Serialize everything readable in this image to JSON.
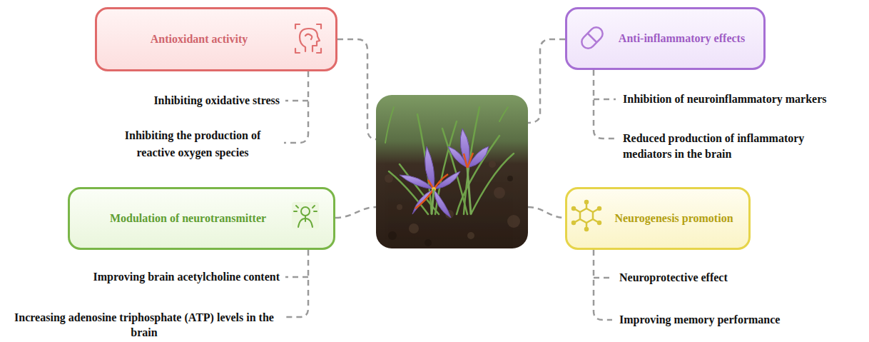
{
  "diagram": {
    "nodes": [
      {
        "text": [
          "Antioxidant activity"
        ]
      },
      {
        "text": [
          "Anti-inflammatory effects"
        ]
      },
      {
        "text": [
          "Modulation of neurotransmitter"
        ]
      },
      {
        "text": [
          "Neurogenesis promotion"
        ]
      }
    ],
    "edges": [],
    "labels": [
      "Inhibiting oxidative stress",
      "Inhibiting the production of reactive oxygen species",
      "Inhibition of neuroinflammatory markers",
      "Reduced production of inflammatory mediators in the brain",
      "Improving brain acetylcholine content",
      "Increasing adenosine triphosphate (ATP) levels in the brain",
      "Neuroprotective effect",
      "Improving memory performance"
    ]
  }
}
